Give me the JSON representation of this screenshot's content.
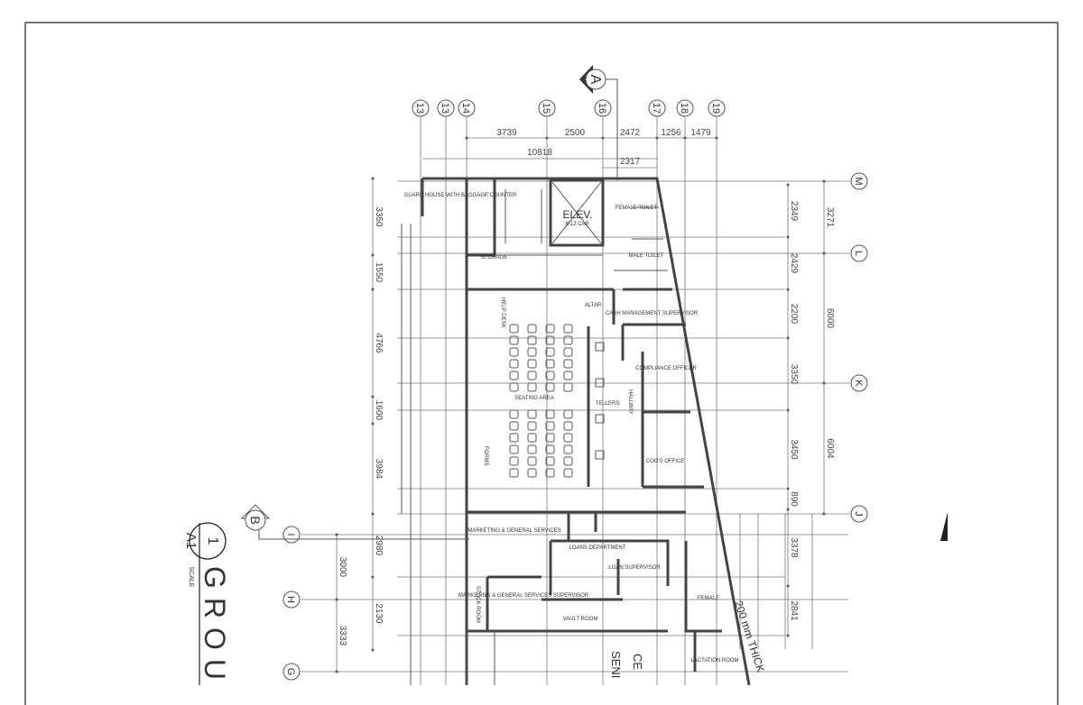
{
  "drawing": {
    "title_partial": "GROU",
    "title_bubble": {
      "number": "1",
      "sheet": "A1"
    },
    "scale_label": "SCALE",
    "section_markers": [
      "A",
      "B"
    ],
    "grid_columns": [
      "13",
      "13",
      "14",
      "15",
      "16",
      "17",
      "18",
      "19"
    ],
    "grid_rows_right": [
      "M",
      "L",
      "K",
      "J"
    ],
    "grid_rows_left": [
      "I",
      "H",
      "G"
    ],
    "top_dimensions": [
      "3739",
      "2500",
      "2472",
      "1256",
      "1479"
    ],
    "overall_dimension": "10818",
    "sub_dimension": "2317",
    "right_dimensions_inner": [
      "2349",
      "2429",
      "2200",
      "3350",
      "3450",
      "890",
      "3378",
      "2841"
    ],
    "right_dimensions_outer": [
      "3271",
      "6000",
      "6004"
    ],
    "left_dimensions": [
      "3350",
      "1550",
      "4766",
      "1600",
      "3984",
      "2980",
      "2130"
    ],
    "left_dimensions_outer": [
      "3000",
      "3333"
    ],
    "wall_note": "200 mm THICK",
    "rooms": {
      "guard_house": "GUARD HOUSE WITH BAGGAGE COUNTER",
      "elevator": "ELEV.",
      "elevator_cap": "8-12 CAP.",
      "storage": "STORAGE",
      "female_toilet": "FEMALE TOILET",
      "male_toilet": "MALE TOILET",
      "help_desk": "HELP DESK",
      "altar": "ALTAR",
      "cash_management": "CASH MANAGEMENT SUPERVISOR",
      "compliance": "COMPLIANCE OFFICER",
      "seating": "SEATING AREA",
      "tellers": "TELLERS",
      "hallway": "HALLWAY",
      "coo": "COO'S OFFICE",
      "forms": "FORMS",
      "marketing": "MARKETING & GENERAL SERVICES",
      "loans": "LOANS DEPARTMENT",
      "loan_supervisor": "LOAN SUPERVISOR",
      "marketing_supervisor": "MARKETING & GENERAL SERVICES SUPERVISOR",
      "vault": "VAULT ROOM",
      "stock": "STOCK ROOM",
      "female": "FEMALE",
      "lactation": "LACTATION ROOM",
      "senior_partial": "SENI",
      "ce_partial": "CE"
    }
  }
}
